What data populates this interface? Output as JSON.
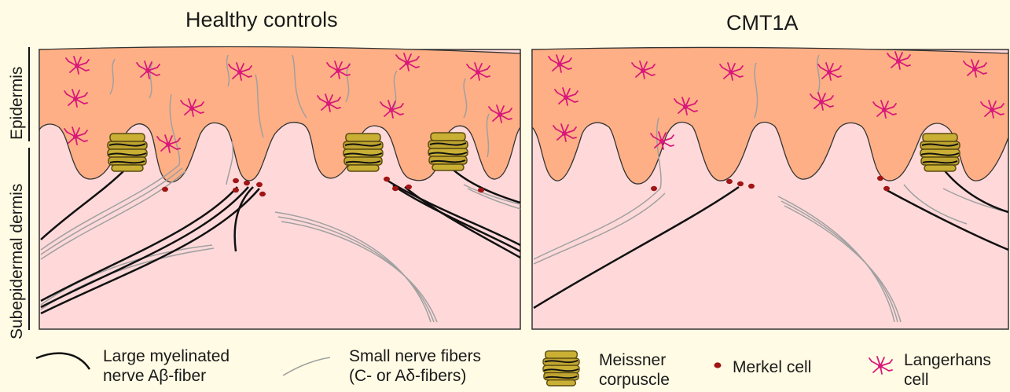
{
  "titles": {
    "left": "Healthy controls",
    "right": "CMT1A"
  },
  "side_labels": {
    "epidermis": "Epidermis",
    "subepidermal": "Subepidermal dermis"
  },
  "legend": {
    "large_fiber": [
      "Large myelinated",
      "nerve Aβ-fiber"
    ],
    "small_fiber": [
      "Small nerve fibers",
      "(C- or Aδ-fibers)"
    ],
    "meissner": [
      "Meissner",
      "corpuscle"
    ],
    "merkel": "Merkel cell",
    "langerhans": [
      "Langerhans",
      "cell"
    ]
  },
  "colors": {
    "background": "#FFFBE4",
    "epidermis": "#FFAF85",
    "dermis": "#FFD9DA",
    "large_fiber": "#111111",
    "small_fiber": "#A0A0A0",
    "meissner": "#C9B035",
    "merkel": "#A01515",
    "langerhans": "#D8197A"
  }
}
